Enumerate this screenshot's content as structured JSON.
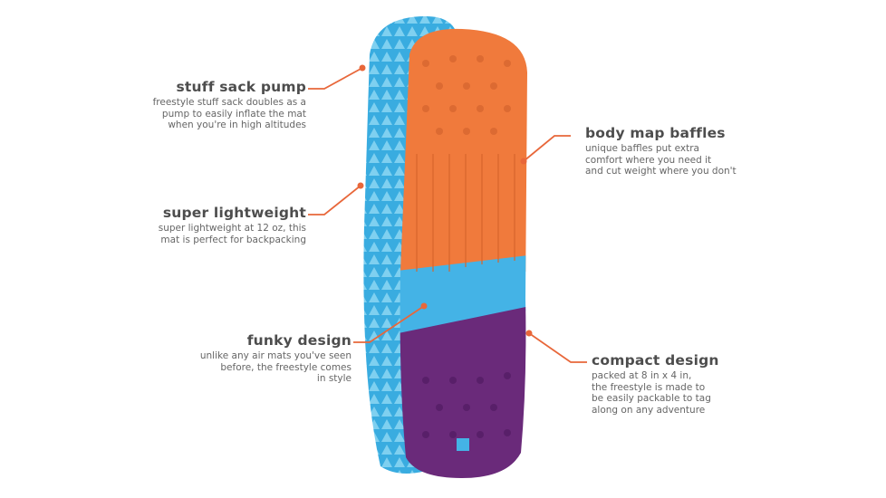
{
  "colors": {
    "accent": "#e8673a",
    "orange": "#f07a3c",
    "blue": "#3cb0e0",
    "purple": "#6a2a7a",
    "text": "#4d4d4d"
  },
  "callouts": [
    {
      "title": "stuff sack pump",
      "text": "freestyle stuff sack doubles as a\npump to easily inflate the mat\nwhen you're in high altitudes"
    },
    {
      "title": "super lightweight",
      "text": "super lightweight at 12 oz, this\nmat is perfect for backpacking"
    },
    {
      "title": "funky design",
      "text": "unlike any air mats you've seen\nbefore, the freestyle comes\nin style"
    },
    {
      "title": "body map baffles",
      "text": "unique baffles put extra\ncomfort where you need it\nand cut weight where you don't"
    },
    {
      "title": "compact design",
      "text": "packed at 8 in x 4 in,\nthe freestyle is made to\nbe easily packable to tag\nalong on any adventure"
    }
  ]
}
